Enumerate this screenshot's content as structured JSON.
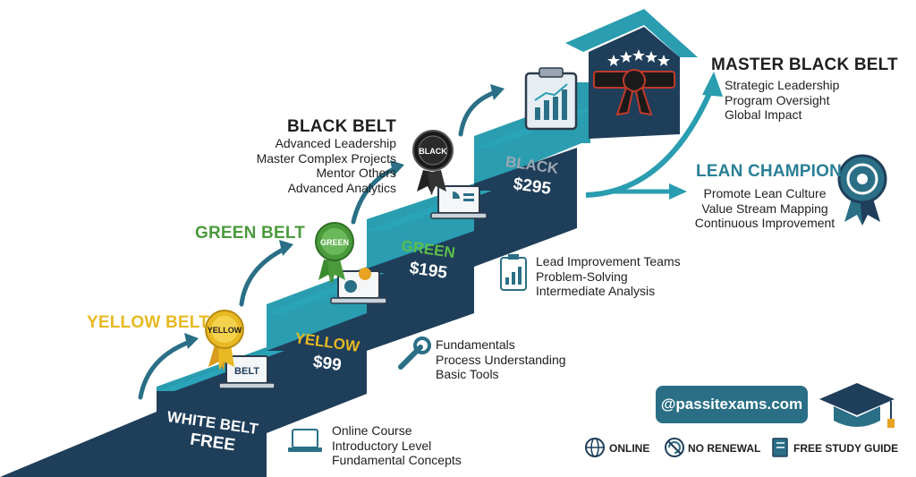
{
  "brand": {
    "accent": "#2a9db0",
    "navy": "#1f3e5a",
    "yellow": "#e8b923",
    "green": "#4a9a3c",
    "dark": "#1f1f1f"
  },
  "steps": [
    {
      "level": "WHITE BELT",
      "price": "FREE",
      "badge": "BELT",
      "details": [
        "Online Course",
        "Introductory Level",
        "Fundamental Concepts"
      ],
      "details_icon": "laptop-icon"
    },
    {
      "level": "YELLOW",
      "price": "$99",
      "badge": "YELLOW",
      "title": "YELLOW BELT",
      "details": [
        "Fundamentals",
        "Process Understanding",
        "Basic Tools"
      ],
      "details_icon": "wrench-icon"
    },
    {
      "level": "GREEN",
      "price": "$195",
      "badge": "GREEN",
      "title": "GREEN BELT",
      "details": [
        "Lead Improvement Teams",
        "Problem-Solving",
        "Intermediate Analysis"
      ],
      "details_icon": "clipboard-chart-icon"
    },
    {
      "level": "BLACK",
      "price": "$295",
      "badge": "BLACK",
      "title": "BLACK BELT",
      "details": [
        "Advanced Leadership",
        "Master Complex Projects",
        "Mentor Others",
        "Advanced Analytics"
      ]
    }
  ],
  "master": {
    "title": "MASTER BLACK BELT",
    "details": [
      "Strategic Leadership",
      "Program Oversight",
      "Global Impact"
    ]
  },
  "champion": {
    "title": "LEAN CHAMPION",
    "details": [
      "Promote Lean Culture",
      "Value Stream Mapping",
      "Continuous Improvement"
    ]
  },
  "handle": "@passitexams.com",
  "features": [
    {
      "label": "ONLINE",
      "icon": "globe-icon"
    },
    {
      "label": "NO RENEWAL",
      "icon": "no-renewal-icon"
    },
    {
      "label": "FREE STUDY GUIDE",
      "icon": "book-icon"
    }
  ]
}
